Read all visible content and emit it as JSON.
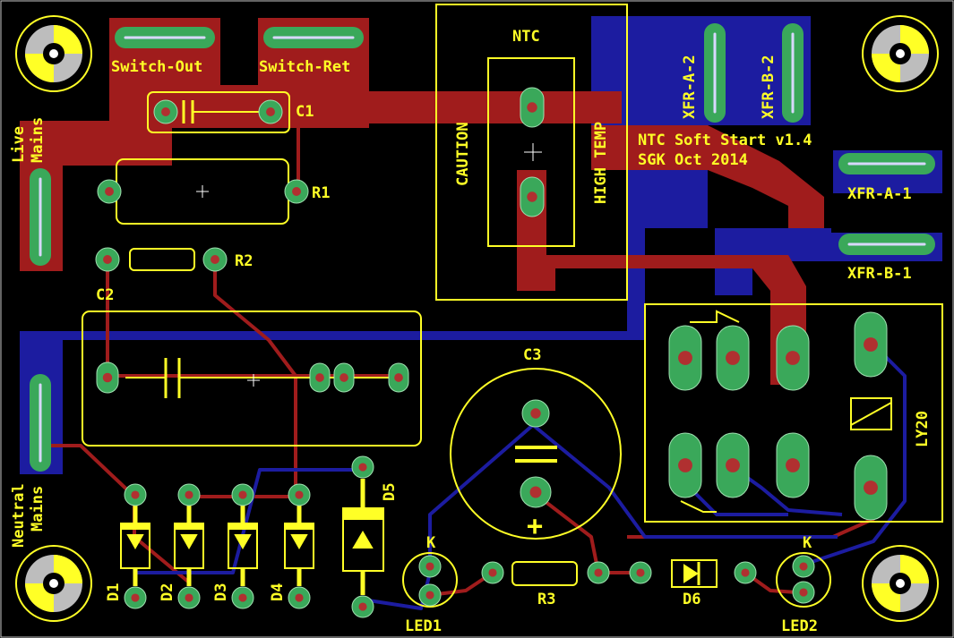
{
  "colors": {
    "background": "#000000",
    "top_copper": "#a01c1c",
    "bottom_copper": "#1c1ca0",
    "silkscreen": "#ffff26",
    "pad_green": "#3aa85a",
    "drill": "#6c9c7a",
    "board_outline": "#c8c8c8"
  },
  "board": {
    "title_line1": "NTC Soft Start v1.4",
    "title_line2": "SGK Oct 2014"
  },
  "labels": {
    "switch_out": "Switch-Out",
    "switch_ret": "Switch-Ret",
    "c1": "C1",
    "r1": "R1",
    "r2": "R2",
    "c2": "C2",
    "c3": "C3",
    "r3": "R3",
    "d1": "D1",
    "d2": "D2",
    "d3": "D3",
    "d4": "D4",
    "d5": "D5",
    "d6": "D6",
    "led1": "LED1",
    "led2": "LED2",
    "led1_k": "K",
    "led2_k": "K",
    "live_mains_1": "Live",
    "live_mains_2": "Mains",
    "neutral_mains_1": "Neutral",
    "neutral_mains_2": "Mains",
    "ntc": "NTC",
    "caution": "CAUTION",
    "high_temp": "HIGH TEMP",
    "xfr_a2": "XFR-A-2",
    "xfr_b2": "XFR-B-2",
    "xfr_a1": "XFR-A-1",
    "xfr_b1": "XFR-B-1",
    "relay": "LY20",
    "c3_plus": "+"
  }
}
